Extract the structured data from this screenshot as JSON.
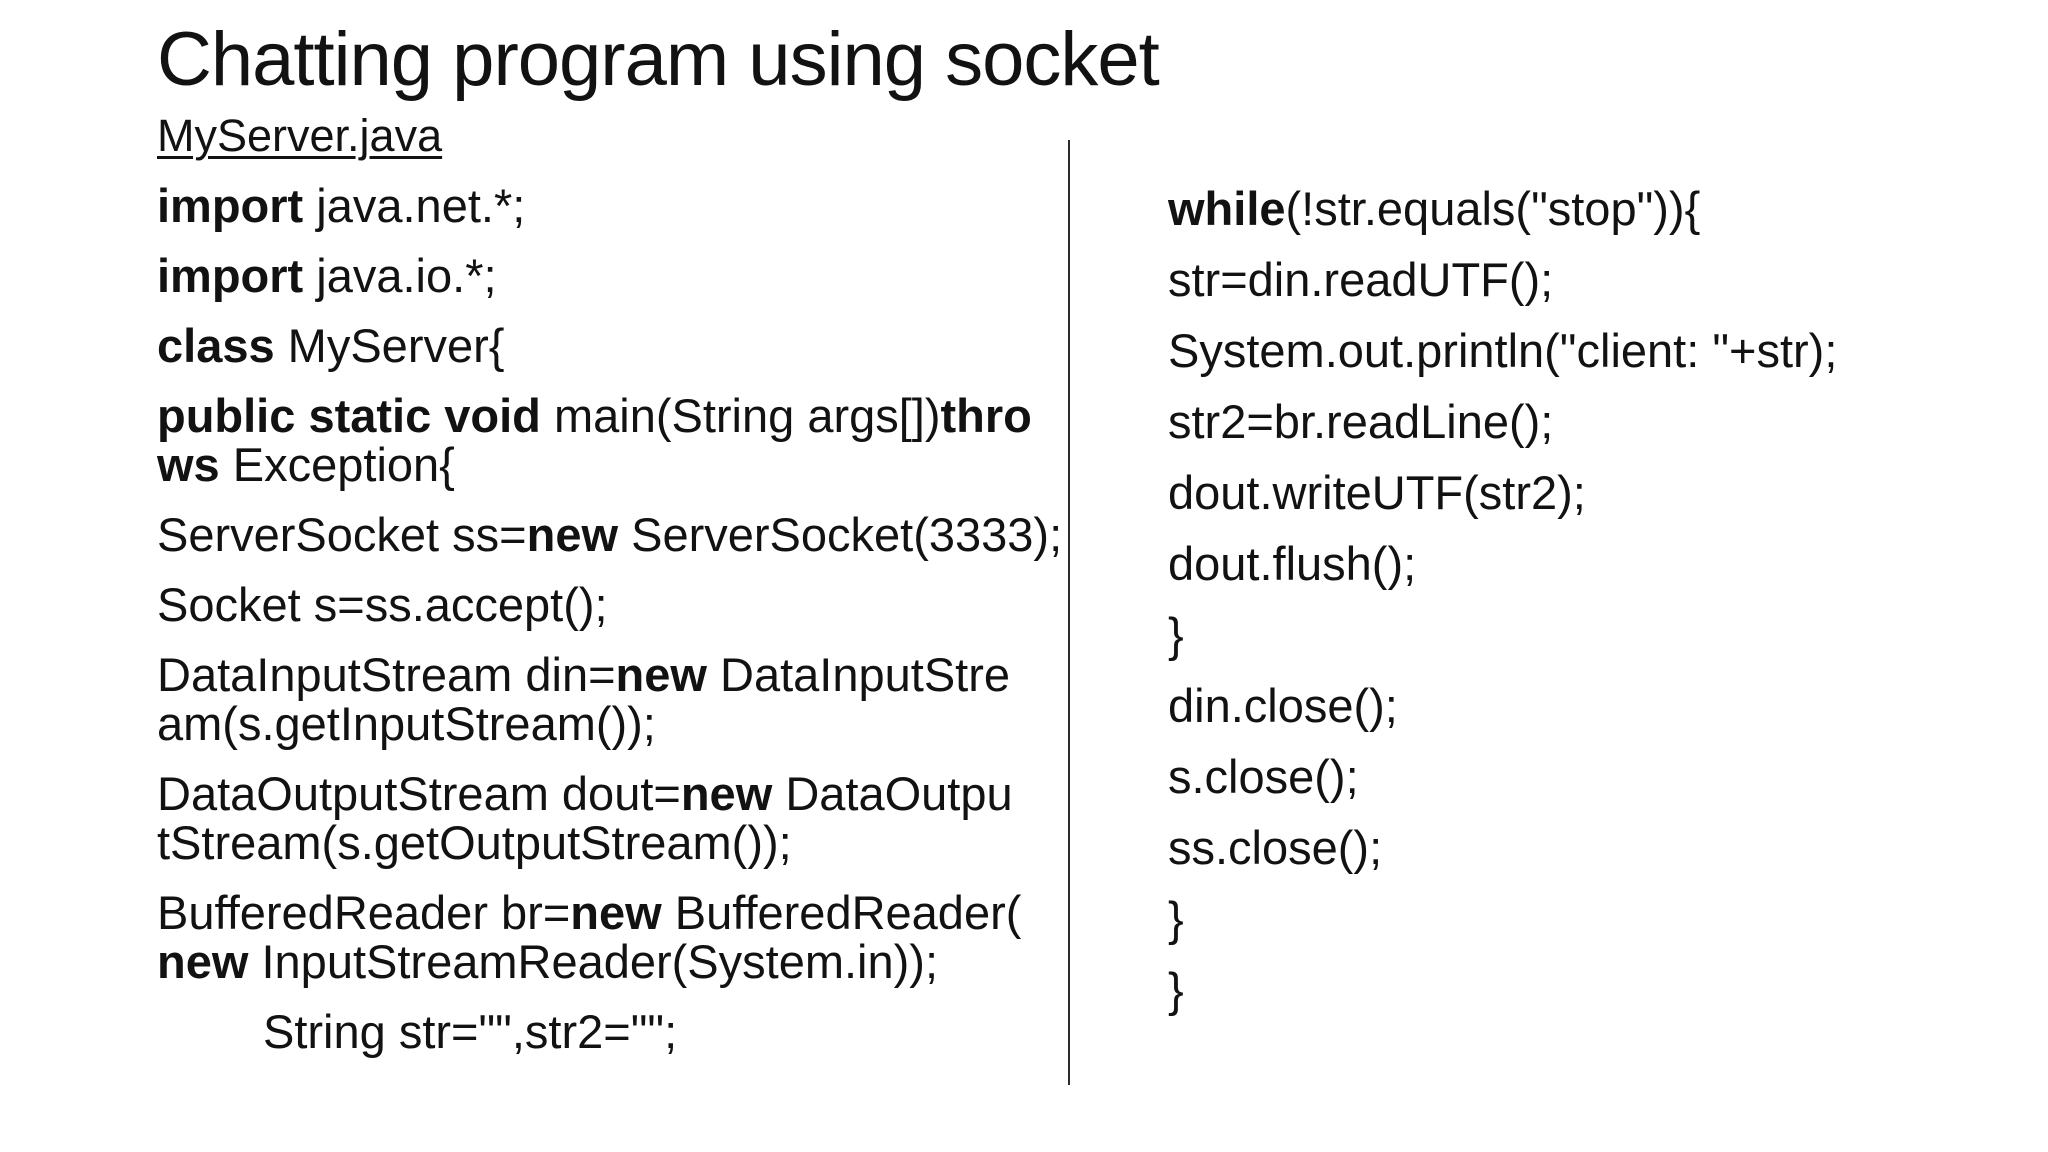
{
  "slide": {
    "title": "Chatting program using socket",
    "subtitle": "MyServer.java"
  },
  "colors": {
    "background": "#ffffff",
    "text": "#121212",
    "divider": "#2b2b2b"
  },
  "code_left": {
    "lines": [
      {
        "para": true,
        "indent": false,
        "segments": [
          {
            "t": "import",
            "b": true
          },
          {
            "t": " java.net.*;",
            "b": false
          }
        ]
      },
      {
        "para": true,
        "indent": false,
        "segments": [
          {
            "t": "import",
            "b": true
          },
          {
            "t": " java.io.*;",
            "b": false
          }
        ]
      },
      {
        "para": true,
        "indent": false,
        "segments": [
          {
            "t": "class",
            "b": true
          },
          {
            "t": " MyServer{",
            "b": false
          }
        ]
      },
      {
        "para": true,
        "indent": false,
        "segments": [
          {
            "t": "public static void",
            "b": true
          },
          {
            "t": " main(String args[])",
            "b": false
          },
          {
            "t": "thro",
            "b": true
          }
        ]
      },
      {
        "para": false,
        "indent": false,
        "segments": [
          {
            "t": "ws",
            "b": true
          },
          {
            "t": " Exception{",
            "b": false
          }
        ]
      },
      {
        "para": true,
        "indent": false,
        "segments": [
          {
            "t": "ServerSocket ss=",
            "b": false
          },
          {
            "t": "new",
            "b": true
          },
          {
            "t": " ServerSocket(3333);",
            "b": false
          }
        ]
      },
      {
        "para": true,
        "indent": false,
        "segments": [
          {
            "t": "Socket s=ss.accept();",
            "b": false
          }
        ]
      },
      {
        "para": true,
        "indent": false,
        "segments": [
          {
            "t": "DataInputStream din=",
            "b": false
          },
          {
            "t": "new",
            "b": true
          },
          {
            "t": " DataInputStre",
            "b": false
          }
        ]
      },
      {
        "para": false,
        "indent": false,
        "segments": [
          {
            "t": "am(s.getInputStream());",
            "b": false
          }
        ]
      },
      {
        "para": true,
        "indent": false,
        "segments": [
          {
            "t": "DataOutputStream dout=",
            "b": false
          },
          {
            "t": "new",
            "b": true
          },
          {
            "t": " DataOutpu",
            "b": false
          }
        ]
      },
      {
        "para": false,
        "indent": false,
        "segments": [
          {
            "t": "tStream(s.getOutputStream());",
            "b": false
          }
        ]
      },
      {
        "para": true,
        "indent": false,
        "segments": [
          {
            "t": "BufferedReader br=",
            "b": false
          },
          {
            "t": "new",
            "b": true
          },
          {
            "t": " BufferedReader(",
            "b": false
          }
        ]
      },
      {
        "para": false,
        "indent": false,
        "segments": [
          {
            "t": "new",
            "b": true
          },
          {
            "t": " InputStreamReader(System.in));",
            "b": false
          }
        ]
      },
      {
        "para": true,
        "indent": true,
        "segments": [
          {
            "t": "String str=\"\",str2=\"\";",
            "b": false
          }
        ]
      }
    ]
  },
  "code_right": {
    "lines": [
      {
        "para": true,
        "indent": false,
        "segments": [
          {
            "t": "while",
            "b": true
          },
          {
            "t": "(!str.equals(\"stop\")){",
            "b": false
          }
        ]
      },
      {
        "para": true,
        "indent": false,
        "segments": [
          {
            "t": "str=din.readUTF();",
            "b": false
          }
        ]
      },
      {
        "para": true,
        "indent": false,
        "segments": [
          {
            "t": "System.out.println(\"client: \"+str);",
            "b": false
          }
        ]
      },
      {
        "para": true,
        "indent": false,
        "segments": [
          {
            "t": "str2=br.readLine();",
            "b": false
          }
        ]
      },
      {
        "para": true,
        "indent": false,
        "segments": [
          {
            "t": "dout.writeUTF(str2);",
            "b": false
          }
        ]
      },
      {
        "para": true,
        "indent": false,
        "segments": [
          {
            "t": "dout.flush();",
            "b": false
          }
        ]
      },
      {
        "para": true,
        "indent": false,
        "segments": [
          {
            "t": "}",
            "b": false
          }
        ]
      },
      {
        "para": true,
        "indent": false,
        "segments": [
          {
            "t": "din.close();",
            "b": false
          }
        ]
      },
      {
        "para": true,
        "indent": false,
        "segments": [
          {
            "t": "s.close();",
            "b": false
          }
        ]
      },
      {
        "para": true,
        "indent": false,
        "segments": [
          {
            "t": "ss.close();",
            "b": false
          }
        ]
      },
      {
        "para": true,
        "indent": false,
        "segments": [
          {
            "t": "}",
            "b": false
          }
        ]
      },
      {
        "para": true,
        "indent": false,
        "segments": [
          {
            "t": "}",
            "b": false
          }
        ]
      }
    ]
  }
}
